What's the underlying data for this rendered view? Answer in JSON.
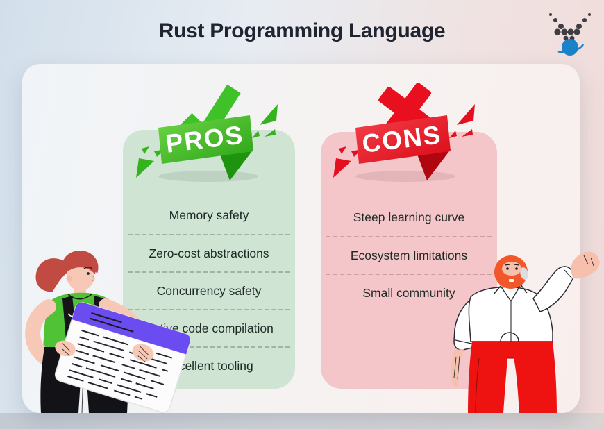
{
  "page": {
    "title": "Rust Programming Language"
  },
  "logo": {
    "name": "planet-v-logo"
  },
  "pros": {
    "label": "PROS",
    "icon": "check-icon",
    "items": [
      "Memory safety",
      "Zero-cost abstractions",
      "Concurrency safety",
      "Native code compilation",
      "Excellent tooling"
    ]
  },
  "cons": {
    "label": "CONS",
    "icon": "x-icon",
    "items": [
      "Steep learning curve",
      "Ecosystem limitations",
      "Small community"
    ]
  },
  "illustrations": {
    "left": "woman-holding-checklist",
    "right": "man-waving"
  },
  "colors": {
    "accent_green": "#3ec228",
    "accent_red": "#e8101e",
    "panel_green": "#cfe4d3",
    "panel_pink": "#f4c5c9",
    "clipboard_purple": "#6b4cf0",
    "logo_blue": "#1a82c8",
    "title_text": "#1f2430",
    "list_text": "#1e2926"
  }
}
